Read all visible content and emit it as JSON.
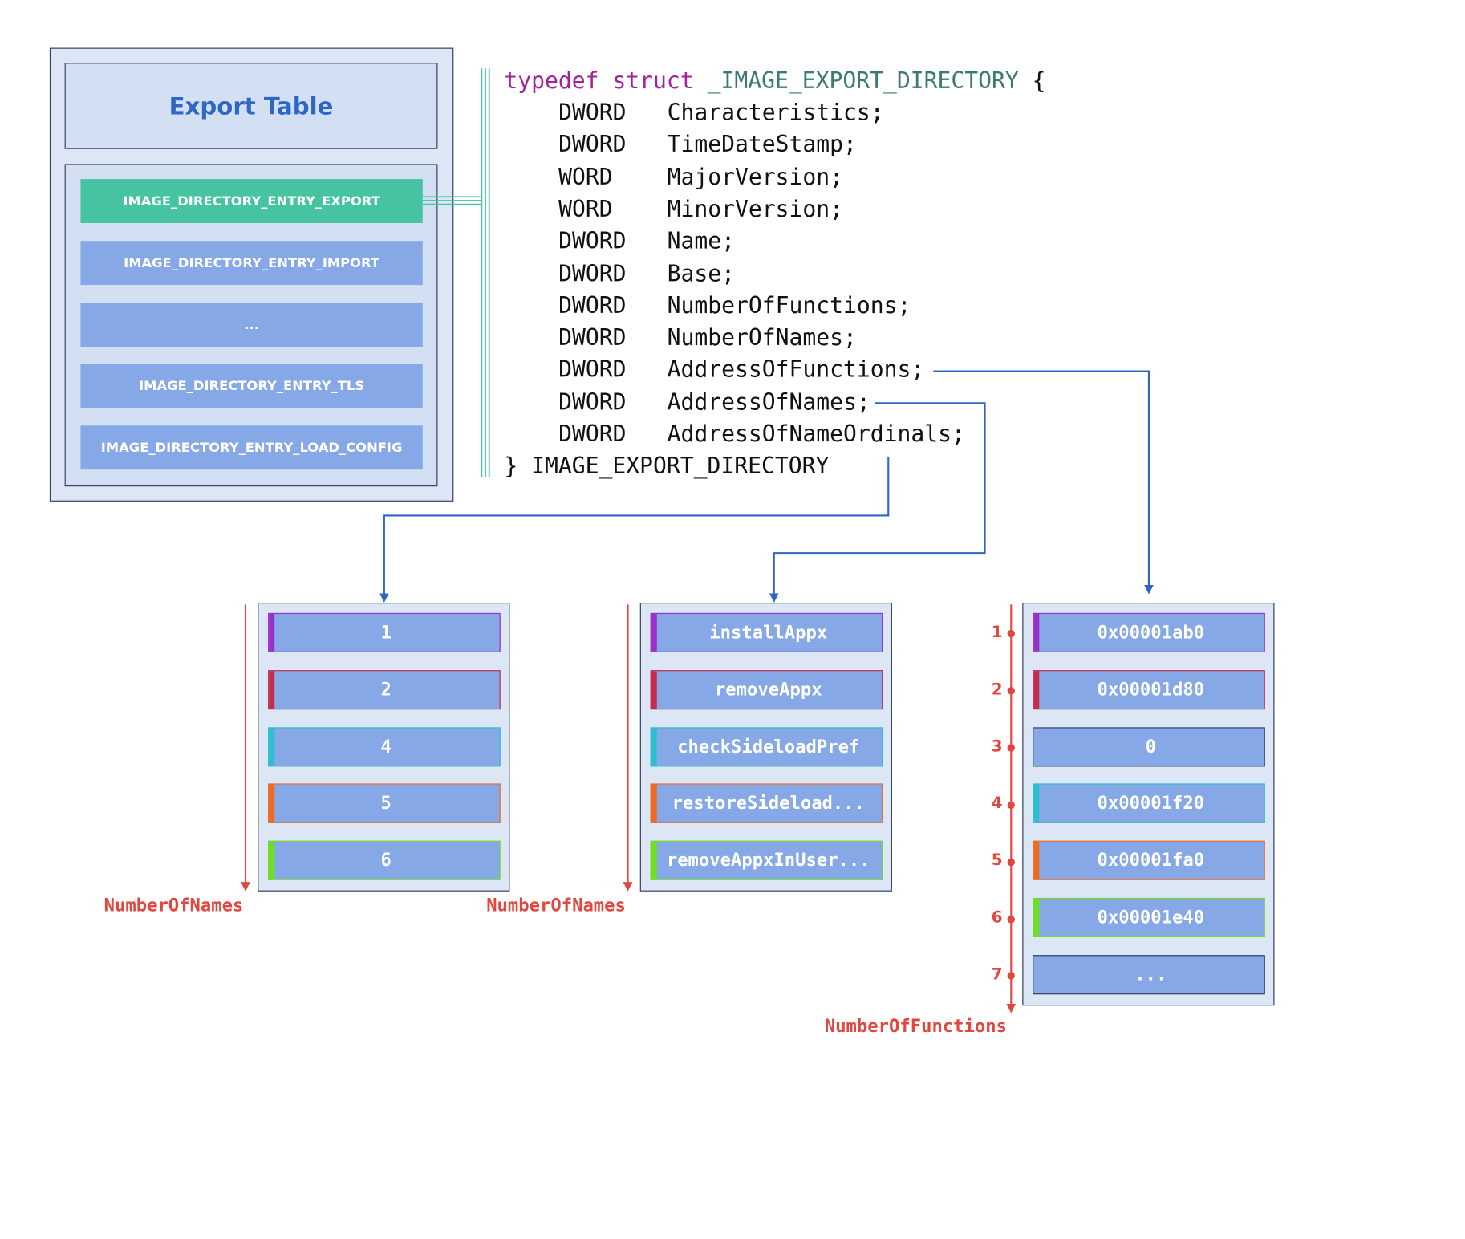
{
  "export_table": {
    "title": "Export Table",
    "entries": [
      "IMAGE_DIRECTORY_ENTRY_EXPORT",
      "IMAGE_DIRECTORY_ENTRY_IMPORT",
      "...",
      "IMAGE_DIRECTORY_ENTRY_TLS",
      "IMAGE_DIRECTORY_ENTRY_LOAD_CONFIG"
    ],
    "active_index": 0
  },
  "struct": {
    "kw_typedef": "typedef",
    "kw_struct": "struct",
    "type_name": "_IMAGE_EXPORT_DIRECTORY",
    "open_brace": "{",
    "fields": [
      {
        "type": "DWORD",
        "name": "Characteristics;"
      },
      {
        "type": "DWORD",
        "name": "TimeDateStamp;"
      },
      {
        "type": "WORD",
        "name": "MajorVersion;"
      },
      {
        "type": "WORD",
        "name": "MinorVersion;"
      },
      {
        "type": "DWORD",
        "name": "Name;"
      },
      {
        "type": "DWORD",
        "name": "Base;"
      },
      {
        "type": "DWORD",
        "name": "NumberOfFunctions;"
      },
      {
        "type": "DWORD",
        "name": "NumberOfNames;"
      },
      {
        "type": "DWORD",
        "name": "AddressOfFunctions;"
      },
      {
        "type": "DWORD",
        "name": "AddressOfNames;"
      },
      {
        "type": "DWORD",
        "name": "AddressOfNameOrdinals;"
      }
    ],
    "closing": "} IMAGE_EXPORT_DIRECTORY"
  },
  "ordinals": {
    "cells": [
      {
        "text": "1",
        "color": "#9b2fc9"
      },
      {
        "text": "2",
        "color": "#c72a4a"
      },
      {
        "text": "4",
        "color": "#2bbfd0"
      },
      {
        "text": "5",
        "color": "#f06a1c"
      },
      {
        "text": "6",
        "color": "#6ee01e"
      }
    ],
    "label": "NumberOfNames"
  },
  "names": {
    "cells": [
      {
        "text": "installAppx",
        "color": "#9b2fc9"
      },
      {
        "text": "removeAppx",
        "color": "#c72a4a"
      },
      {
        "text": "checkSideloadPref",
        "color": "#2bbfd0"
      },
      {
        "text": "restoreSideload...",
        "color": "#f06a1c"
      },
      {
        "text": "removeAppxInUser...",
        "color": "#6ee01e"
      }
    ],
    "label": "NumberOfNames"
  },
  "functions": {
    "cells": [
      {
        "text": "0x00001ab0",
        "color": "#9b2fc9"
      },
      {
        "text": "0x00001d80",
        "color": "#c72a4a"
      },
      {
        "text": "0",
        "color": ""
      },
      {
        "text": "0x00001f20",
        "color": "#2bbfd0"
      },
      {
        "text": "0x00001fa0",
        "color": "#f06a1c"
      },
      {
        "text": "0x00001e40",
        "color": "#6ee01e"
      },
      {
        "text": "...",
        "color": ""
      }
    ],
    "indices": [
      "1",
      "2",
      "3",
      "4",
      "5",
      "6",
      "7"
    ],
    "label": "NumberOfFunctions"
  },
  "colors": {
    "accent_blue": "#2e66c4",
    "accent_green": "#46c3a0",
    "accent_red": "#e2473e",
    "cell_fill": "#86a8e6"
  }
}
